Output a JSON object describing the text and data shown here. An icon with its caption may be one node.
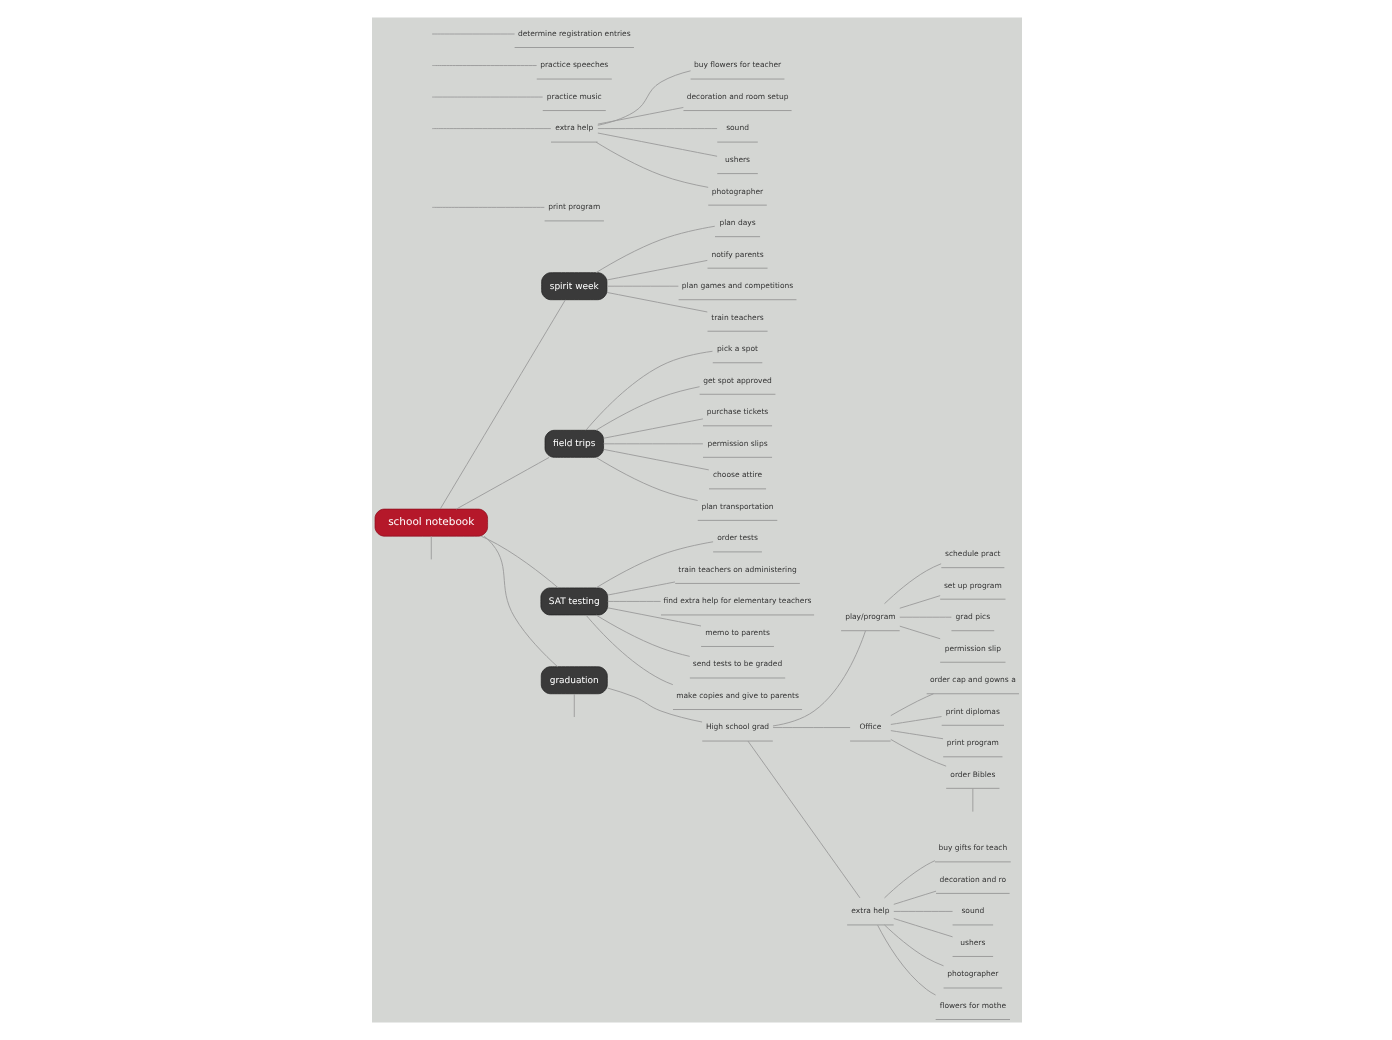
{
  "diagram": {
    "nodes": [
      {
        "text": [
          "school notebook"
        ]
      },
      {
        "text": [
          "spirit week"
        ]
      },
      {
        "text": [
          "plan days"
        ]
      },
      {
        "text": [
          "notify parents"
        ]
      },
      {
        "text": [
          "plan games and competitions"
        ]
      },
      {
        "text": [
          "train teachers"
        ]
      },
      {
        "text": [
          "field trips"
        ]
      },
      {
        "text": [
          "pick a spot"
        ]
      },
      {
        "text": [
          "get spot approved"
        ]
      },
      {
        "text": [
          "purchase tickets"
        ]
      },
      {
        "text": [
          "permission slips"
        ]
      },
      {
        "text": [
          "choose attire"
        ]
      },
      {
        "text": [
          "plan transportation"
        ]
      },
      {
        "text": [
          "SAT testing"
        ]
      },
      {
        "text": [
          "order tests"
        ]
      },
      {
        "text": [
          "train teachers on administering"
        ]
      },
      {
        "text": [
          "find extra help for elementary teachers"
        ]
      },
      {
        "text": [
          "memo to parents"
        ]
      },
      {
        "text": [
          "send tests to be graded"
        ]
      },
      {
        "text": [
          "make copies and give to parents"
        ]
      },
      {
        "text": [
          "graduation"
        ]
      },
      {
        "text": [
          "print program"
        ]
      },
      {
        "text": [
          "extra help"
        ]
      },
      {
        "text": [
          "buy flowers for teacher"
        ]
      },
      {
        "text": [
          "decoration and room setup"
        ]
      },
      {
        "text": [
          "sound"
        ]
      },
      {
        "text": [
          "ushers"
        ]
      },
      {
        "text": [
          "photographer"
        ]
      },
      {
        "text": [
          "High school grad"
        ]
      },
      {
        "text": [
          "play/program"
        ]
      },
      {
        "text": [
          "schedule pract"
        ]
      },
      {
        "text": [
          "set up program"
        ]
      },
      {
        "text": [
          "grad pics"
        ]
      },
      {
        "text": [
          "permission slip"
        ]
      },
      {
        "text": [
          "Office"
        ]
      },
      {
        "text": [
          "order cap and gowns a"
        ]
      },
      {
        "text": [
          "print diplomas"
        ]
      },
      {
        "text": [
          "print program"
        ]
      },
      {
        "text": [
          "order Bibles"
        ]
      },
      {
        "text": [
          "extra help"
        ]
      },
      {
        "text": [
          "buy gifts for teach"
        ]
      },
      {
        "text": [
          "decoration and ro"
        ]
      },
      {
        "text": [
          "sound"
        ]
      },
      {
        "text": [
          "ushers"
        ]
      },
      {
        "text": [
          "photographer"
        ]
      },
      {
        "text": [
          "flowers for mothe"
        ]
      },
      {
        "text": [
          "practice music"
        ]
      },
      {
        "text": [
          "practice speeches"
        ]
      },
      {
        "text": [
          "determine registration entries"
        ]
      }
    ],
    "edges": [
      {
        "from": 0,
        "to": 1,
        "arrow": "none"
      },
      {
        "from": 1,
        "to": 2,
        "arrow": "none"
      },
      {
        "from": 1,
        "to": 3,
        "arrow": "none"
      },
      {
        "from": 1,
        "to": 4,
        "arrow": "none"
      },
      {
        "from": 1,
        "to": 5,
        "arrow": "none"
      },
      {
        "from": 0,
        "to": 6,
        "arrow": "none"
      },
      {
        "from": 6,
        "to": 7,
        "arrow": "none"
      },
      {
        "from": 6,
        "to": 8,
        "arrow": "none"
      },
      {
        "from": 6,
        "to": 9,
        "arrow": "none"
      },
      {
        "from": 6,
        "to": 10,
        "arrow": "none"
      },
      {
        "from": 6,
        "to": 11,
        "arrow": "none"
      },
      {
        "from": 6,
        "to": 12,
        "arrow": "none"
      },
      {
        "from": 0,
        "to": 13,
        "arrow": "none"
      },
      {
        "from": 13,
        "to": 14,
        "arrow": "none"
      },
      {
        "from": 13,
        "to": 15,
        "arrow": "none"
      },
      {
        "from": 13,
        "to": 16,
        "arrow": "none"
      },
      {
        "from": 13,
        "to": 17,
        "arrow": "none"
      },
      {
        "from": 13,
        "to": 18,
        "arrow": "none"
      },
      {
        "from": 13,
        "to": 19,
        "arrow": "none"
      },
      {
        "from": 0,
        "to": 20,
        "arrow": "none"
      },
      {
        "from": 20,
        "to": null,
        "arrow": "none"
      },
      {
        "from": null,
        "to": 21,
        "arrow": "none"
      },
      {
        "from": null,
        "to": 22,
        "arrow": "none"
      },
      {
        "from": 22,
        "to": 23,
        "arrow": "none"
      },
      {
        "from": 22,
        "to": 24,
        "arrow": "none"
      },
      {
        "from": 22,
        "to": 25,
        "arrow": "none"
      },
      {
        "from": 22,
        "to": 26,
        "arrow": "none"
      },
      {
        "from": 22,
        "to": 27,
        "arrow": "none"
      },
      {
        "from": 20,
        "to": 28,
        "arrow": "none"
      },
      {
        "from": 28,
        "to": 29,
        "arrow": "none"
      },
      {
        "from": 29,
        "to": 30,
        "arrow": "none"
      },
      {
        "from": 29,
        "to": 31,
        "arrow": "none"
      },
      {
        "from": 29,
        "to": 32,
        "arrow": "none"
      },
      {
        "from": 29,
        "to": 33,
        "arrow": "none"
      },
      {
        "from": 28,
        "to": 34,
        "arrow": "none"
      },
      {
        "from": 34,
        "to": 35,
        "arrow": "none"
      },
      {
        "from": 34,
        "to": 36,
        "arrow": "none"
      },
      {
        "from": 34,
        "to": 37,
        "arrow": "none"
      },
      {
        "from": 34,
        "to": 38,
        "arrow": "none"
      },
      {
        "from": 38,
        "to": null,
        "arrow": "none"
      },
      {
        "from": 28,
        "to": 39,
        "arrow": "none"
      },
      {
        "from": 39,
        "to": 40,
        "arrow": "none"
      },
      {
        "from": 39,
        "to": 41,
        "arrow": "none"
      },
      {
        "from": 39,
        "to": 42,
        "arrow": "none"
      },
      {
        "from": 39,
        "to": 43,
        "arrow": "none"
      },
      {
        "from": 39,
        "to": 44,
        "arrow": "none"
      },
      {
        "from": 39,
        "to": 45,
        "arrow": "none"
      },
      {
        "from": 0,
        "to": null,
        "arrow": "none"
      },
      {
        "from": null,
        "to": 46,
        "arrow": "none"
      },
      {
        "from": null,
        "to": 47,
        "arrow": "none"
      },
      {
        "from": null,
        "to": 48,
        "arrow": "none"
      }
    ]
  }
}
